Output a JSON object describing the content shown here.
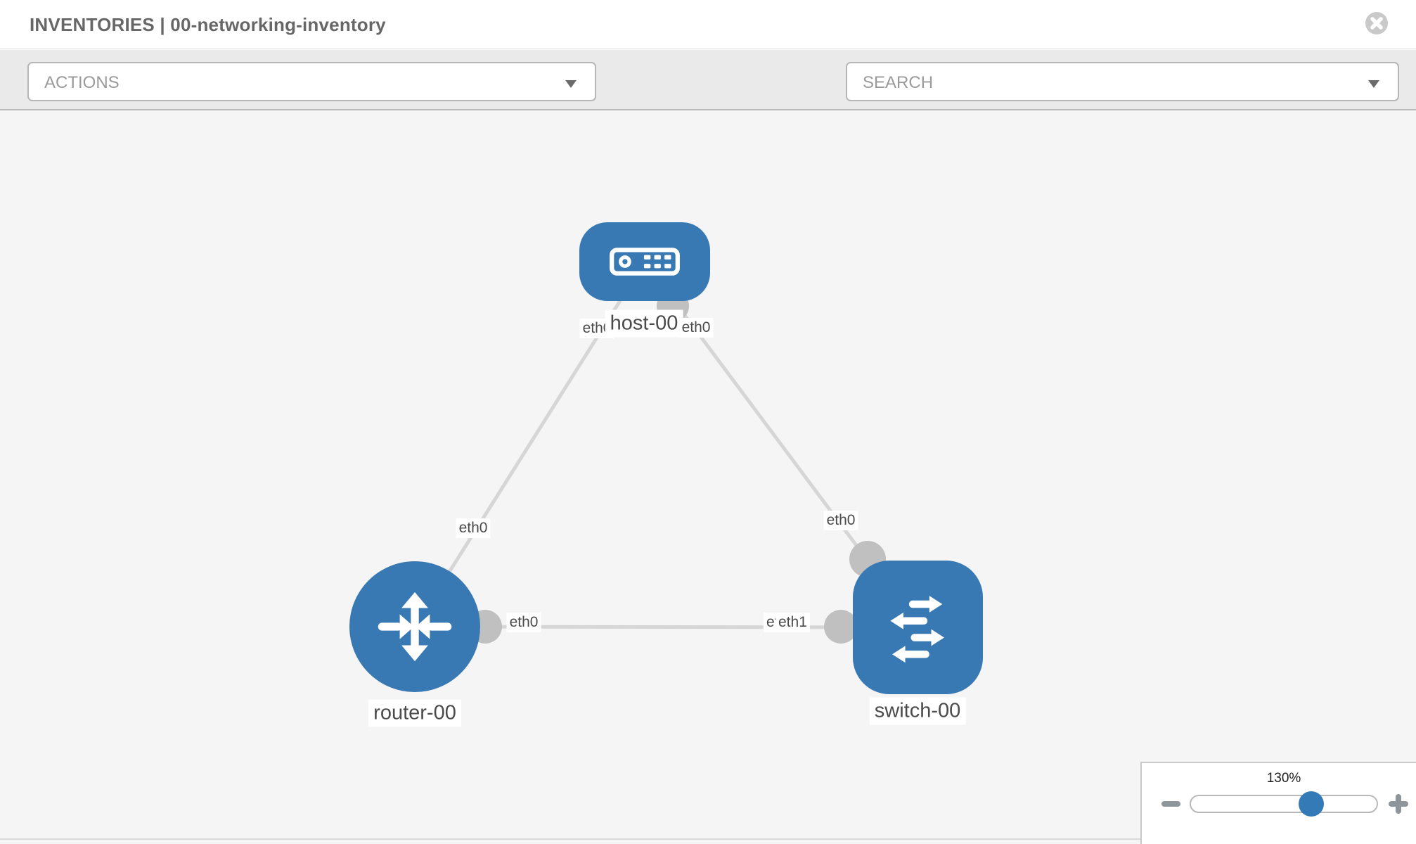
{
  "header": {
    "title": "INVENTORIES | 00-networking-inventory"
  },
  "toolbar": {
    "actions_label": "ACTIONS",
    "search_label": "SEARCH"
  },
  "topology": {
    "node_labels": {
      "host": "host-00",
      "router": "router-00",
      "switch": "switch-00"
    },
    "iface_labels": {
      "host_to_router": "eth0",
      "host_to_switch": "eth0",
      "router_to_host": "eth0",
      "switch_to_host": "eth0",
      "router_to_switch": "eth0",
      "switch_to_router": "eth1",
      "switch_to_router_hidden": "eth1"
    },
    "links": [
      {
        "from": "host-00",
        "to": "router-00"
      },
      {
        "from": "host-00",
        "to": "switch-00"
      },
      {
        "from": "router-00",
        "to": "switch-00"
      }
    ],
    "colors": {
      "node_fill": "#3879b4",
      "link": "#d6d6d6",
      "port": "#c0c0c0",
      "label_text": "#4a4a4a"
    }
  },
  "zoom": {
    "level": "130%"
  }
}
